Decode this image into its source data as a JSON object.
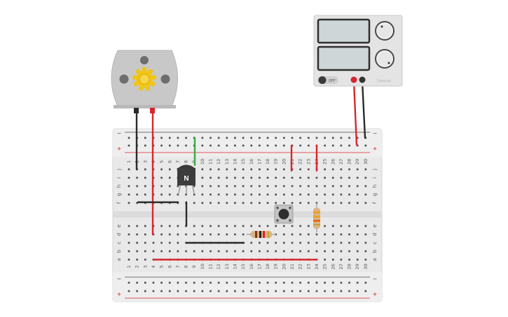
{
  "breadboard": {
    "columns": 30,
    "top_row_labels": [
      "j",
      "i",
      "h",
      "g",
      "f"
    ],
    "bottom_row_labels": [
      "e",
      "d",
      "c",
      "b",
      "a"
    ],
    "rail_minus": "−",
    "rail_plus": "+"
  },
  "power_supply": {
    "switch_label": "OFF",
    "brand_text": "Tinkercad"
  },
  "transistor": {
    "label": "N"
  },
  "colors": {
    "wire_red": "#d7262c",
    "wire_black": "#2b2b2b",
    "wire_green": "#3aa845",
    "board": "#e9e9e9",
    "motor_body": "#c8c8c8",
    "gear": "#f1c514"
  }
}
